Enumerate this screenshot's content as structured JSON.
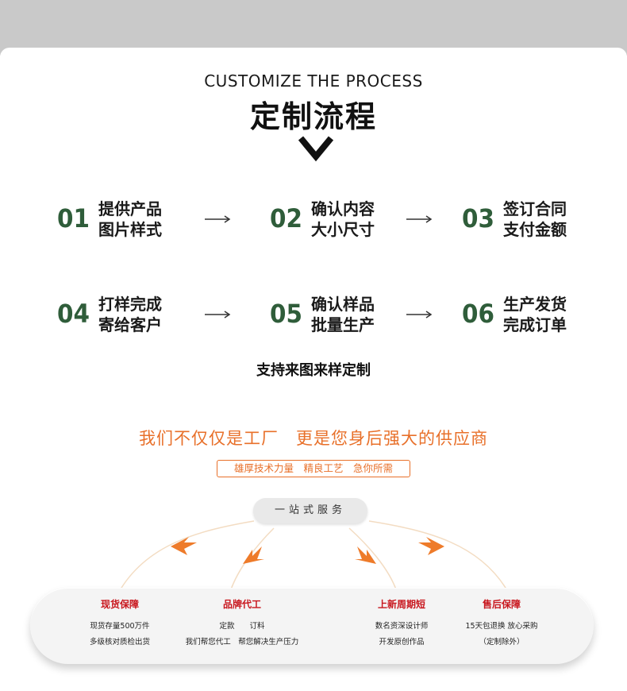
{
  "header": {
    "en_title": "CUSTOMIZE THE PROCESS",
    "cn_title": "定制流程"
  },
  "steps": [
    {
      "num": "01",
      "line1": "提供产品",
      "line2": "图片样式"
    },
    {
      "num": "02",
      "line1": "确认内容",
      "line2": "大小尺寸"
    },
    {
      "num": "03",
      "line1": "签订合同",
      "line2": "支付金额"
    },
    {
      "num": "04",
      "line1": "打样完成",
      "line2": "寄给客户"
    },
    {
      "num": "05",
      "line1": "确认样品",
      "line2": "批量生产"
    },
    {
      "num": "06",
      "line1": "生产发货",
      "line2": "完成订单"
    }
  ],
  "support_text": "支持来图来样定制",
  "slogan": {
    "main": "我们不仅仅是工厂　更是您身后强大的供应商",
    "sub": "雄厚技术力量　精良工艺　急你所需"
  },
  "service_pill": "一站式服务",
  "features": [
    {
      "title": "现货保障",
      "lines": [
        "现货存量500万件",
        "多级核对质检出货"
      ]
    },
    {
      "title": "品牌代工",
      "lines": [
        "定款　　订料",
        "我们帮您代工　帮您解决生产压力"
      ]
    },
    {
      "title": "上新周期短",
      "lines": [
        "数名资深设计师",
        "开发原创作品"
      ]
    },
    {
      "title": "售后保障",
      "lines": [
        "15天包退换  放心采购",
        "（定制除外）"
      ]
    }
  ],
  "colors": {
    "step_number": "#2f5d3a",
    "slogan": "#e8702a",
    "feature_title": "#c8161d"
  }
}
